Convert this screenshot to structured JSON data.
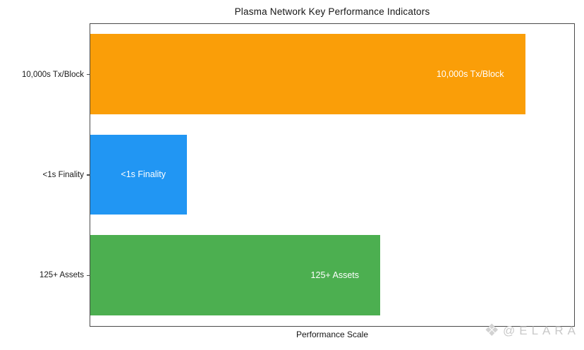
{
  "title": "Plasma Network Key Performance Indicators",
  "xlabel": "Performance Scale",
  "watermark": {
    "logo_icon": "four-diamond-icon",
    "logo_glyph": "❖",
    "text": "@ELARA"
  },
  "chart_data": {
    "type": "bar",
    "orientation": "horizontal",
    "title": "Plasma Network Key Performance Indicators",
    "xlabel": "Performance Scale",
    "ylabel": "",
    "categories": [
      "10,000s Tx/Block",
      "<1s Finality",
      "125+ Assets"
    ],
    "values": [
      90,
      20,
      60
    ],
    "bar_labels": [
      "10,000s Tx/Block",
      "<1s Finality",
      "125+ Assets"
    ],
    "colors": [
      "#FA9E08",
      "#2196F3",
      "#4CAF50"
    ],
    "bar_label_color": "#ffffff",
    "xlim": [
      0,
      100
    ],
    "grid": false,
    "legend": "none",
    "x_tick_labels": []
  }
}
